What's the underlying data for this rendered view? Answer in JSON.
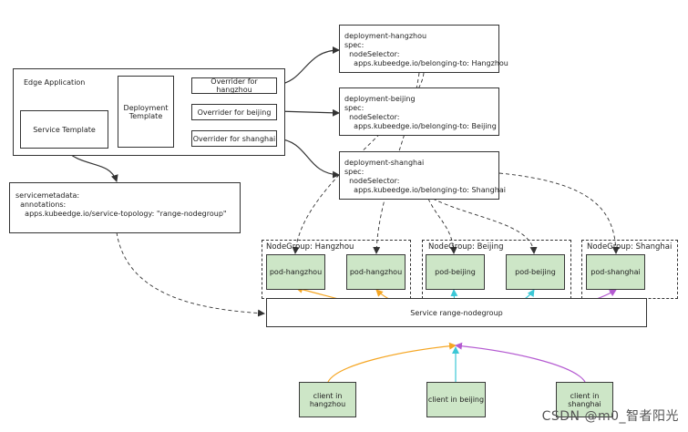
{
  "edge_app": {
    "title": "Edge Application",
    "service_template": "Service Template",
    "deployment_template": "Deployment\nTemplate",
    "overrider_hangzhou": "Overrider for hangzhou",
    "overrider_beijing": "Overrider for beijing",
    "overrider_shanghai": "Overrider for shanghai"
  },
  "service_metadata": "servicemetadata:\n  annotations:\n    apps.kubeedge.io/service-topology: \"range-nodegroup\"",
  "deployments": {
    "hangzhou": "deployment-hangzhou\nspec:\n  nodeSelector:\n    apps.kubeedge.io/belonging-to: Hangzhou",
    "beijing": "deployment-beijing\nspec:\n  nodeSelector:\n    apps.kubeedge.io/belonging-to: Beijing",
    "shanghai": "deployment-shanghai\nspec:\n  nodeSelector:\n    apps.kubeedge.io/belonging-to: Shanghai"
  },
  "nodegroups": {
    "hangzhou": "NodeGroup: Hangzhou",
    "beijing": "NodeGroup: Beijing",
    "shanghai": "NodeGroup: Shanghai"
  },
  "pods": {
    "hz1": "pod-hangzhou",
    "hz2": "pod-hangzhou",
    "bj1": "pod-beijing",
    "bj2": "pod-beijing",
    "sh1": "pod-shanghai"
  },
  "service": "Service range-nodegroup",
  "clients": {
    "hangzhou": "client in\nhangzhou",
    "beijing": "client in beijing",
    "shanghai": "client in\nshanghai"
  },
  "watermark": "CSDN @m0_智者阳光",
  "colors": {
    "pod_fill": "#cde6c7",
    "arrow_hangzhou": "#f5a623",
    "arrow_beijing": "#3cc7d6",
    "arrow_shanghai": "#b45ad1",
    "line": "#333333"
  }
}
